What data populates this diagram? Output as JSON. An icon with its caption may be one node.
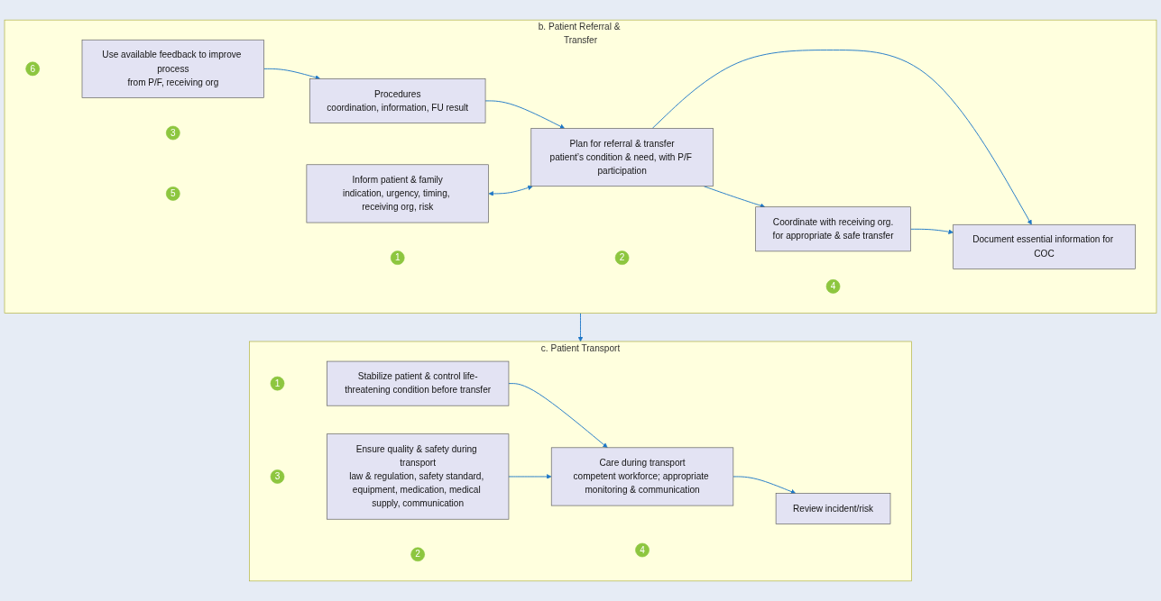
{
  "diagram": {
    "nodes": [
      {
        "text": [
          "b. Patient Referral & Transfer"
        ]
      },
      {
        "text": [
          "3"
        ],
        "in": 0
      },
      {
        "text": [
          "Procedures",
          "coordination, information, FU result"
        ],
        "in": 0
      },
      {
        "text": [
          "6"
        ],
        "in": 0
      },
      {
        "text": [
          "Use available feedback to improve process",
          "from P/F, receiving org"
        ],
        "in": 0
      },
      {
        "text": [
          "5"
        ],
        "in": 0
      },
      {
        "text": [
          "Inform patient & family",
          "indication, urgency, timing, receiving org, risk"
        ],
        "in": 0
      },
      {
        "text": [
          "1"
        ],
        "in": 0
      },
      {
        "text": [
          "Plan for referral & transfer",
          "patient’s condition & need, with P/F participation"
        ],
        "in": 0
      },
      {
        "text": [
          "4"
        ],
        "in": 0
      },
      {
        "text": [
          "Document essential information for COC"
        ],
        "in": 0
      },
      {
        "text": [
          "2"
        ],
        "in": 0
      },
      {
        "text": [
          "Coordinate with receiving org.",
          "for appropriate & safe transfer"
        ],
        "in": 0
      },
      {
        "text": [
          "c. Patient Transport"
        ]
      },
      {
        "text": [
          "1"
        ],
        "in": 13
      },
      {
        "text": [
          "Stabilize patient & control life-threatening condition before transfer"
        ],
        "in": 13
      },
      {
        "text": [
          "2"
        ],
        "in": 13
      },
      {
        "text": [
          "Care during transport",
          "competent workforce; appropriate monitoring & communication"
        ],
        "in": 13
      },
      {
        "text": [
          "4"
        ],
        "in": 13
      },
      {
        "text": [
          "Review incident/risk"
        ],
        "in": 13
      },
      {
        "text": [
          "3"
        ],
        "in": 13
      },
      {
        "text": [
          "Ensure quality & safety during transport",
          "law & regulation, safety standard, equipment, medication, medical supply, communication"
        ],
        "in": 13
      }
    ],
    "edges": [
      {
        "from": 4,
        "to": 2,
        "arrow": "to"
      },
      {
        "from": 2,
        "to": 8,
        "arrow": "to"
      },
      {
        "from": 6,
        "to": 8,
        "arrow": "both"
      },
      {
        "from": 8,
        "to": 10,
        "arrow": "to"
      },
      {
        "from": 12,
        "to": 10,
        "arrow": "to"
      },
      {
        "from": 8,
        "to": 12,
        "arrow": "to"
      },
      {
        "from": 0,
        "to": 13,
        "arrow": "to"
      },
      {
        "from": 15,
        "to": 17,
        "arrow": "to"
      },
      {
        "from": 21,
        "to": 17,
        "arrow": "to"
      },
      {
        "from": 17,
        "to": 19,
        "arrow": "to"
      }
    ]
  }
}
